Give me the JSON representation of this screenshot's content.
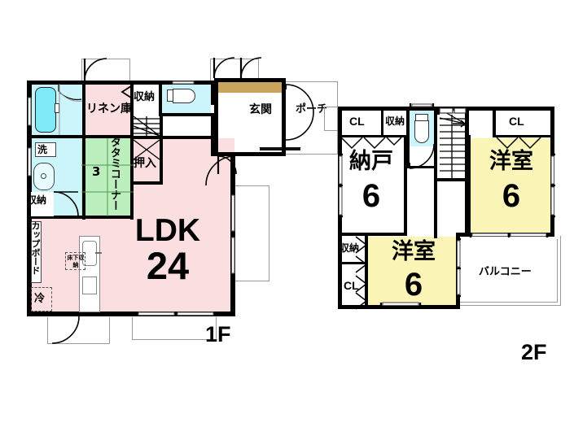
{
  "floor1": {
    "tag": "1F",
    "rooms": {
      "ldk_name": "LDK",
      "ldk_size": "24",
      "linen": "リネン庫",
      "tatami_label": "タタミコーナー",
      "tatami_size": "3",
      "closet_top": "収納",
      "oshiire": "押入",
      "washroom": "洗",
      "storage_left": "収納",
      "cupboard": "カップボード",
      "underfloor": "床下収納",
      "fridge": "冷",
      "entrance": "玄関",
      "porch": "ポーチ"
    }
  },
  "floor2": {
    "tag": "2F",
    "rooms": {
      "nando_name": "納戸",
      "nando_size": "6",
      "cl_left": "CL",
      "closet_mid": "収納",
      "youshitsu_right_name": "洋室",
      "youshitsu_right_size": "6",
      "cl_right": "CL",
      "closet_lower": "収納",
      "cl_lower": "CL",
      "youshitsu_lower_name": "洋室",
      "youshitsu_lower_size": "6",
      "balcony": "バルコニー"
    }
  },
  "colors": {
    "ldk_fill": "#fbdfe0",
    "tatami_fill": "#bdeebd",
    "water_fill": "#ccf5fb",
    "bath_fill": "#7fe9f7",
    "bedroom_fill": "#fcf5b8",
    "entry_wood": "#c9a45c",
    "wall": "#000000",
    "thin_outline": "#9a9a9a"
  }
}
